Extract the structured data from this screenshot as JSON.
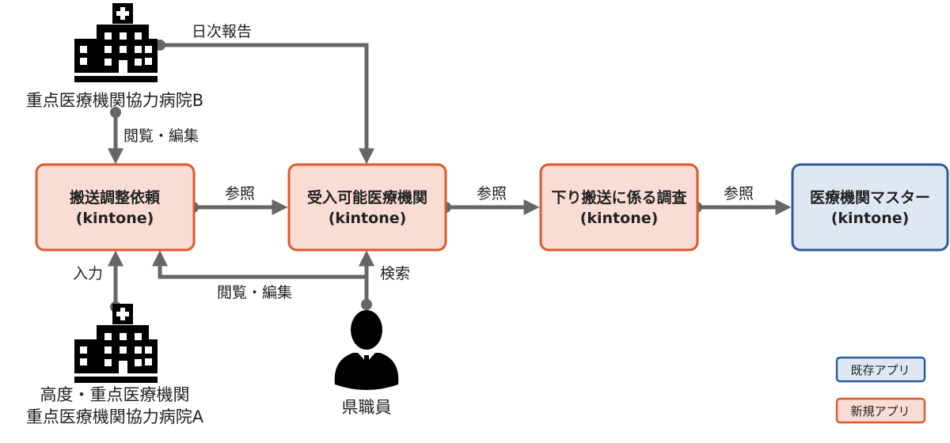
{
  "nodes": {
    "box1": {
      "line1": "搬送調整依頼",
      "line2": "(kintone)"
    },
    "box2": {
      "line1": "受入可能医療機関",
      "line2": "(kintone)"
    },
    "box3": {
      "line1": "下り搬送に係る調査",
      "line2": "(kintone)"
    },
    "box4": {
      "line1": "医療機関マスター",
      "line2": "(kintone)"
    }
  },
  "actors": {
    "hospital_b": "重点医療機関協力病院B",
    "hospital_a_line1": "高度・重点医療機関",
    "hospital_a_line2": "重点医療機関協力病院A",
    "staff": "県職員"
  },
  "edges": {
    "daily_report": "日次報告",
    "view_edit_b": "閲覧・編集",
    "ref1": "参照",
    "ref2": "参照",
    "ref3": "参照",
    "input": "入力",
    "view_edit_staff": "閲覧・編集",
    "search": "検索"
  },
  "legend": {
    "existing": "既存アプリ",
    "new": "新規アプリ"
  },
  "colors": {
    "new_fill": "#f9dcd3",
    "new_stroke": "#e0582a",
    "existing_fill": "#dfe8f2",
    "existing_stroke": "#2e5c9a",
    "connector": "#666666"
  }
}
